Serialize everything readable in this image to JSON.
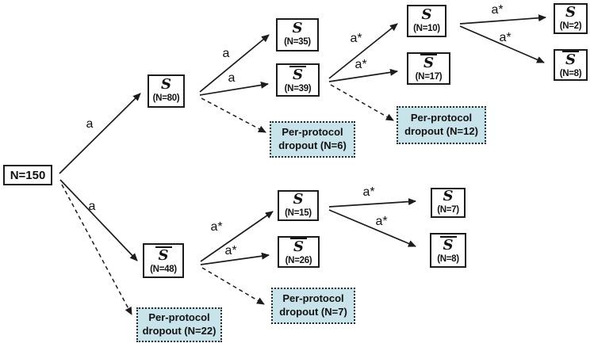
{
  "colors": {
    "dropout_bg": "#c8e4ea",
    "line": "#1c1c1c",
    "box_border": "#1c1c1c",
    "background": "#ffffff"
  },
  "nodes": {
    "root": {
      "label": "N=150"
    },
    "s80": {
      "symbol": "S",
      "count": "(N=80)"
    },
    "s35": {
      "symbol": "S",
      "count": "(N=35)"
    },
    "s39": {
      "symbol": "S",
      "count": "(N=39)",
      "overline": true
    },
    "s10": {
      "symbol": "S",
      "count": "(N=10)"
    },
    "s17": {
      "symbol": "S",
      "count": "(N=17)",
      "overline": true
    },
    "s2": {
      "symbol": "S",
      "count": "(N=2)"
    },
    "s8_top": {
      "symbol": "S",
      "count": "(N=8)",
      "overline": true
    },
    "s48": {
      "symbol": "S",
      "count": "(N=48)",
      "overline": true
    },
    "s15": {
      "symbol": "S",
      "count": "(N=15)"
    },
    "s26": {
      "symbol": "S",
      "count": "(N=26)",
      "overline": true
    },
    "s7": {
      "symbol": "S",
      "count": "(N=7)"
    },
    "s8_bottom": {
      "symbol": "S",
      "count": "(N=8)",
      "overline": true
    }
  },
  "dropouts": {
    "d6": {
      "line1": "Per-protocol",
      "line2": "dropout (N=6)"
    },
    "d12": {
      "line1": "Per-protocol",
      "line2": "dropout (N=12)"
    },
    "d22": {
      "line1": "Per-protocol",
      "line2": "dropout (N=22)"
    },
    "d7": {
      "line1": "Per-protocol",
      "line2": "dropout (N=7)"
    }
  },
  "edge_labels": {
    "root_s80": "a",
    "root_s48": "a",
    "s80_s35": "a",
    "s80_s39": "a",
    "s39_s10": "a*",
    "s39_s17": "a*",
    "s10_s2": "a*",
    "s10_s8": "a*",
    "s48_s15": "a*",
    "s48_s26": "a*",
    "s15_s7": "a*",
    "s15_s8": "a*"
  }
}
